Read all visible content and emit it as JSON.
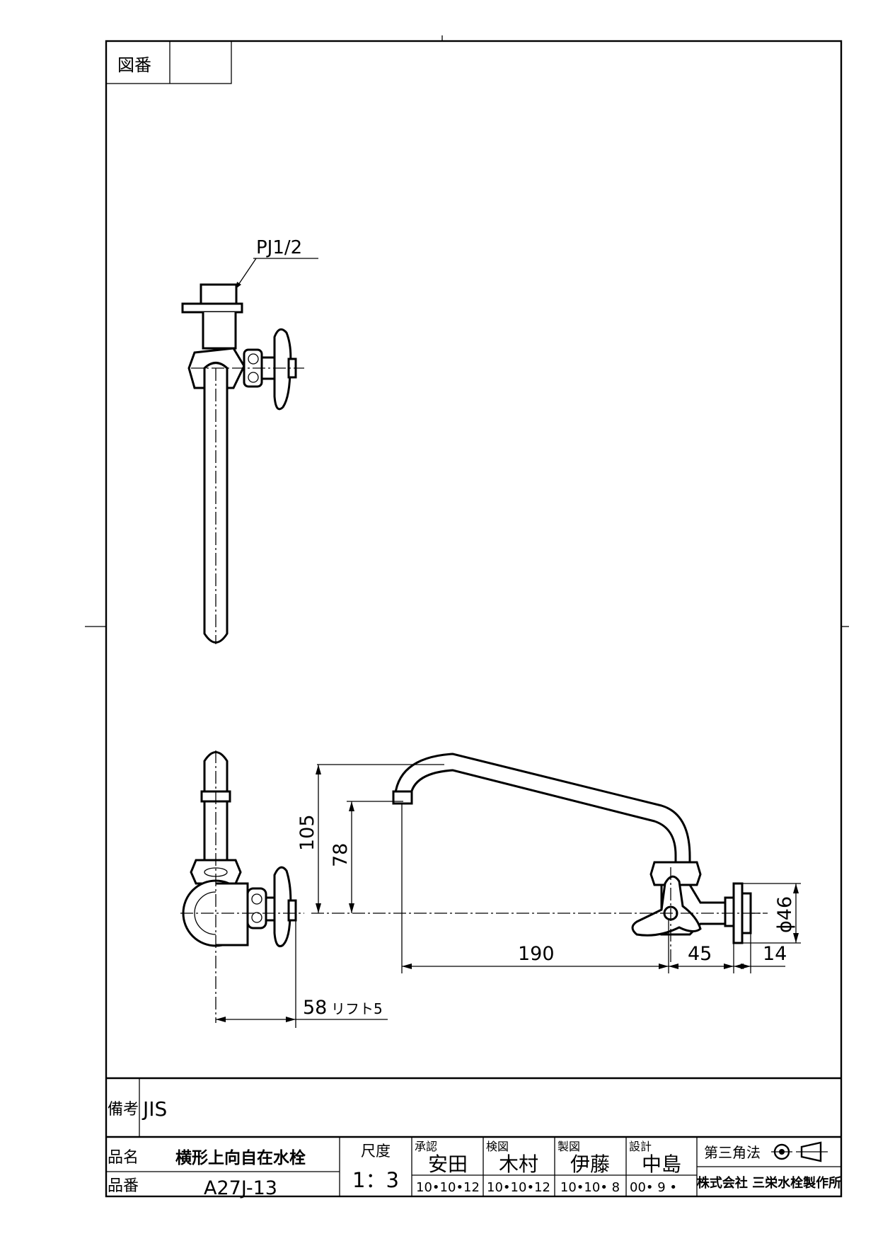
{
  "drawing_number_label": "図番",
  "drawing_number_value": "",
  "top_view": {
    "thread_callout": "PJ1/2"
  },
  "front_view": {
    "dimensions": {
      "height_overall": "105",
      "height_outlet": "78",
      "spout_reach": "190",
      "body_length": "45",
      "flange_thickness": "14",
      "flange_diameter": "ϕ46",
      "side_depth": "58",
      "side_depth_note": "リフト5"
    }
  },
  "title_block": {
    "remarks_label": "備考",
    "remarks_value": "JIS",
    "product_name_label": "品名",
    "product_name": "横形上向自在水栓",
    "product_number_label": "品番",
    "product_number": "A27J-13",
    "scale_label": "尺度",
    "scale_value": "1：3",
    "approval": {
      "label": "承認",
      "name": "安田",
      "date": "10•10•12"
    },
    "inspection": {
      "label": "検図",
      "name": "木村",
      "date": "10•10•12"
    },
    "drafting": {
      "label": "製図",
      "name": "伊藤",
      "date": "10•10• 8"
    },
    "design": {
      "label": "設計",
      "name": "中島",
      "date": "00• 9 •"
    },
    "projection_label": "第三角法",
    "company": "株式会社 三栄水栓製作所"
  }
}
